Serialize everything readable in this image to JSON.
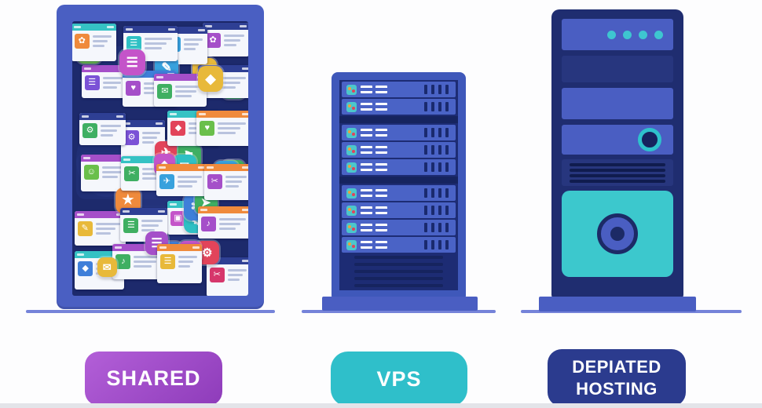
{
  "labels": {
    "shared": "SHARED",
    "vps": "VPS",
    "dedicated_line1": "DEPIATED",
    "dedicated_line2": "HOSTING"
  },
  "label_colors": {
    "shared": "#9b4ac5",
    "vps": "#2fbfca",
    "dedicated": "#2b3b8e",
    "text": "#ffffff"
  },
  "illustration": {
    "shared": {
      "name": "shared-hosting-panel-crowded-with-websites",
      "frame_color": "#4a5fc2",
      "board_color": "#1d2a6c",
      "card_count": 24,
      "icon_count": 26,
      "pattern_shape_count": 6,
      "icon_palette": [
        "#ef8a3c",
        "#e2445a",
        "#d6366b",
        "#a54fc9",
        "#c454c9",
        "#2fc0c4",
        "#3faf62",
        "#6abf4b",
        "#3f7fd9",
        "#38a1dd",
        "#7b52d6",
        "#e8b93a"
      ],
      "titlebar_palette": [
        "#2e3f94",
        "#2e3f94",
        "#2e3f94",
        "#35c2c4",
        "#ef8a3c",
        "#3f7fd9",
        "#a54fc9"
      ],
      "icon_glyphs": [
        "☺",
        "✉",
        "♪",
        "☁",
        "✿",
        "➤",
        "⚑",
        "✈",
        "☎",
        "♥",
        "✂",
        "✎",
        "⚙",
        "✦",
        "★",
        "☰",
        "◆",
        "▣"
      ]
    },
    "vps": {
      "name": "vps-rack-server",
      "frame_color": "#3f58ba",
      "body_color": "#1d2c74",
      "unit_color": "#4a63c6",
      "unit_groups": [
        2,
        3,
        4
      ],
      "slot_count": 4,
      "vent_stripe_count": 5
    },
    "dedicated": {
      "name": "dedicated-tower-server",
      "frame_color": "#1f2d70",
      "panel_color": "#4a5ec2",
      "led_count": 4,
      "led_color": "#3ec6d0",
      "power_ring_color": "#2ec2cc",
      "speaker_door_color": "#3cc8cd",
      "vent_stripe_count": 4
    },
    "floor_line_color": "#7583d9"
  }
}
